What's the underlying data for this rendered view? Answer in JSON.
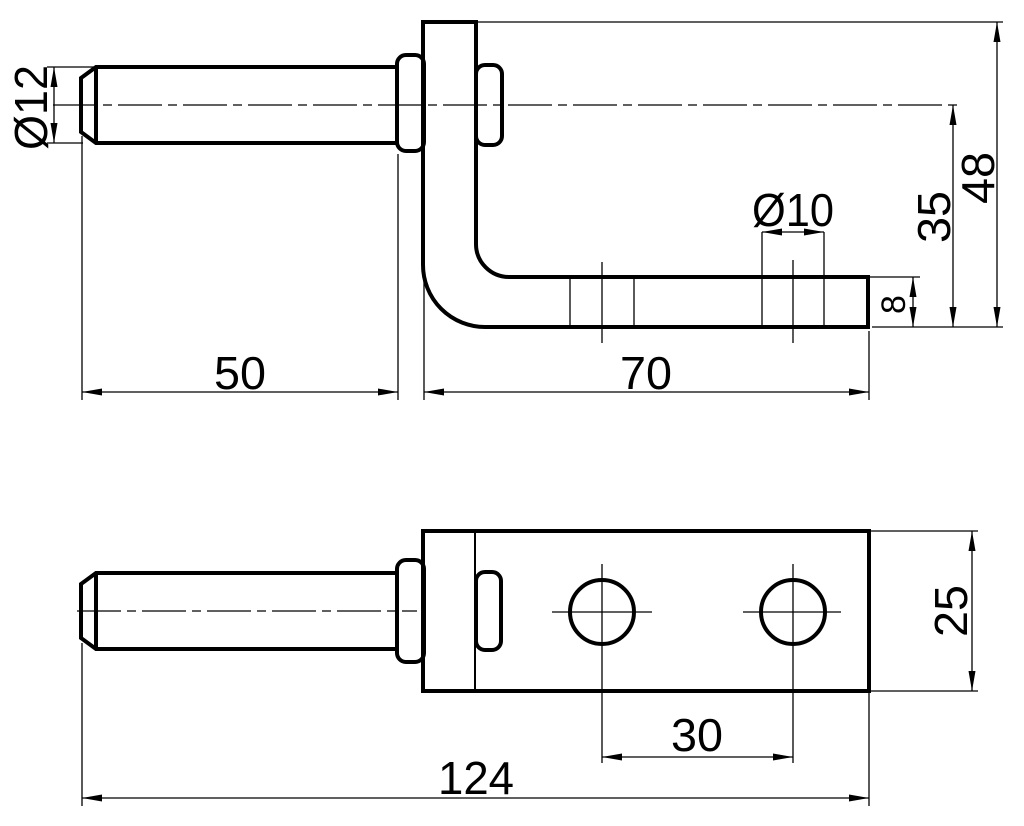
{
  "drawing": {
    "background_color": "#ffffff",
    "line_color": "#000000",
    "dimensions": {
      "pin_diameter": "Ø12",
      "pin_length": "50",
      "leg_length": "70",
      "hole_diameter": "Ø10",
      "height_to_axis": "35",
      "overall_height": "48",
      "plate_thickness": "8",
      "hole_spacing": "30",
      "plate_width": "25",
      "overall_length": "124"
    }
  }
}
